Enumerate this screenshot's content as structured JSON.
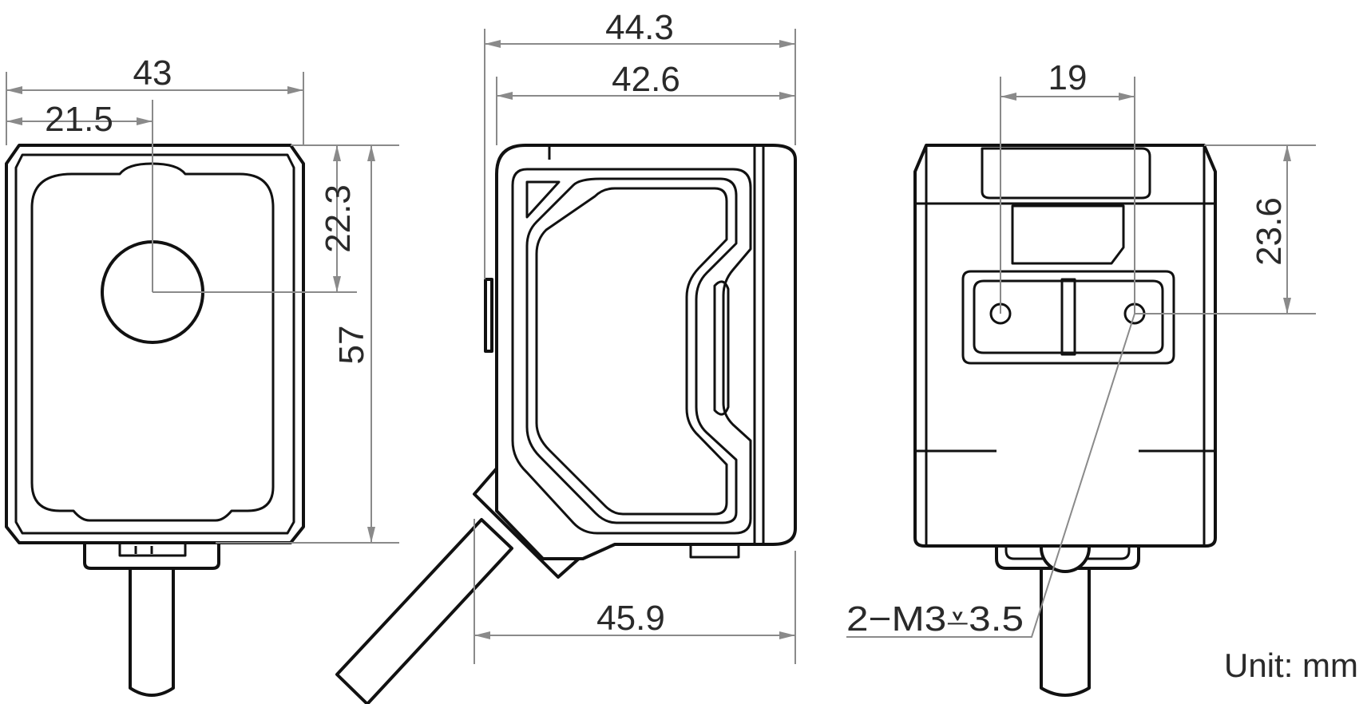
{
  "drawing": {
    "unit_label": "Unit: mm",
    "front_view": {
      "width": "43",
      "half_width": "21.5",
      "height": "57",
      "lens_offset": "22.3"
    },
    "side_view": {
      "overall_depth": "44.3",
      "body_depth": "42.6",
      "cable_depth": "45.9"
    },
    "rear_view": {
      "hole_spacing": "19",
      "hole_height": "23.6",
      "hole_callout": "2−M3⩡3.5"
    },
    "colors": {
      "outline": "#111111",
      "dimension_line": "#8a8a8a",
      "text": "#2a2a2a",
      "background": "#ffffff"
    }
  }
}
